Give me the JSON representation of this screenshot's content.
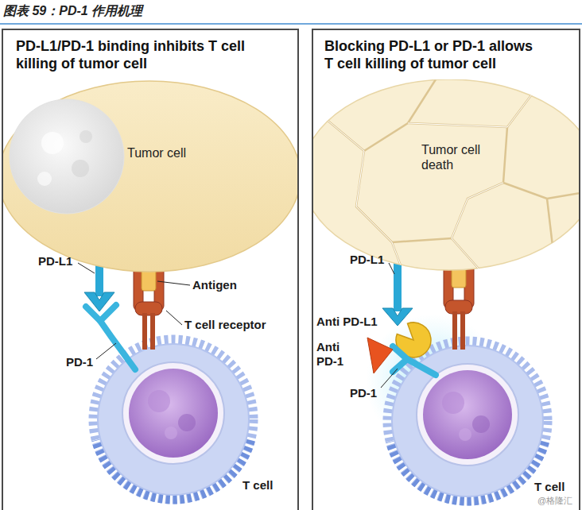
{
  "diagram": {
    "title": "图表 59：PD-1 作用机理",
    "nodes": [
      {
        "text": [
          "PD-L1/PD-1 binding inhibits T cell killing of tumor cell"
        ]
      },
      {
        "text": [
          "Tumor cell"
        ],
        "in": 0
      },
      {
        "text": [
          "Blocking PD-L1 or PD-1 allows T cell killing of tumor cell"
        ]
      },
      {
        "text": [
          "Tumor cell death"
        ],
        "in": 2
      }
    ],
    "labels": [
      "PD-L1",
      "Antigen",
      "T cell receptor",
      "PD-1",
      "T cell",
      "PD-L1",
      "Anti PD-L1",
      "Anti PD-1",
      "PD-1",
      "T cell",
      "@格隆汇"
    ]
  }
}
